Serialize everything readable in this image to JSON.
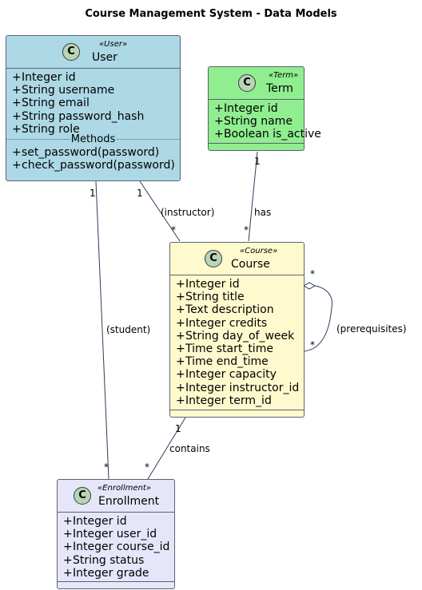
{
  "title": "Course Management System - Data Models",
  "colors": {
    "user_fill": "#add8e6",
    "term_fill": "#90ee90",
    "course_fill": "#fffacd",
    "enrollment_fill": "#e6e6fa",
    "edge": "#2d3c5a"
  },
  "classes": {
    "user": {
      "stereotype": "«User»",
      "name": "User",
      "icon_letter": "C",
      "attributes": [
        "Integer id",
        "String username",
        "String email",
        "String password_hash",
        "String role"
      ],
      "methods_label": "Methods",
      "methods": [
        "set_password(password)",
        "check_password(password)"
      ]
    },
    "term": {
      "stereotype": "«Term»",
      "name": "Term",
      "icon_letter": "C",
      "attributes": [
        "Integer id",
        "String name",
        "Boolean is_active"
      ]
    },
    "course": {
      "stereotype": "«Course»",
      "name": "Course",
      "icon_letter": "C",
      "attributes": [
        "Integer id",
        "String title",
        "Text description",
        "Integer credits",
        "String day_of_week",
        "Time start_time",
        "Time end_time",
        "Integer capacity",
        "Integer instructor_id",
        "Integer term_id"
      ]
    },
    "enrollment": {
      "stereotype": "«Enrollment»",
      "name": "Enrollment",
      "icon_letter": "C",
      "attributes": [
        "Integer id",
        "Integer user_id",
        "Integer course_id",
        "String status",
        "Integer grade"
      ]
    }
  },
  "relations": {
    "user_course": {
      "label": "(instructor)",
      "from_mult": "1",
      "to_mult": "*"
    },
    "term_course": {
      "label": "has",
      "from_mult": "1",
      "to_mult": "*"
    },
    "user_enrollment": {
      "label": "(student)",
      "from_mult": "1",
      "to_mult": "*"
    },
    "course_enrollment": {
      "label": "contains",
      "from_mult": "1",
      "to_mult": "*"
    },
    "course_self": {
      "label": "(prerequisites)",
      "from_mult": "*",
      "to_mult": "*"
    }
  },
  "visibility_symbol": "+"
}
